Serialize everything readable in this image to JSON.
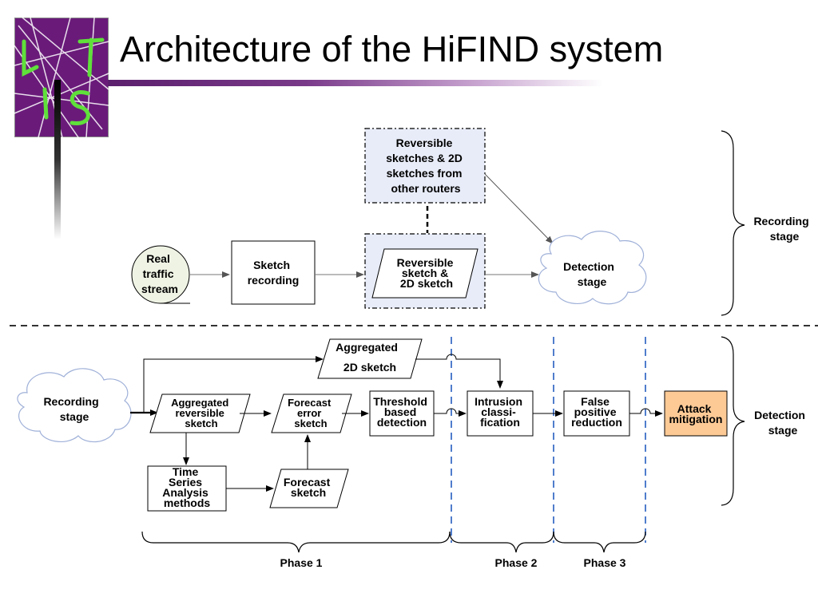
{
  "title": "Architecture of the HiFIND system",
  "logo": {
    "letters": "LIST"
  },
  "colors": {
    "accent_purple": "#5b1f6e",
    "box_fill": "#e8ecf8",
    "attack_fill": "#fdca96",
    "phase_divider": "#3d6fc7",
    "cloud_stroke": "#9fb0d8"
  },
  "recording": {
    "external": [
      "Reversible",
      "sketches & 2D",
      "sketches from",
      "other routers"
    ],
    "traffic": [
      "Real",
      "traffic",
      "stream"
    ],
    "sketch_recording": [
      "Sketch",
      "recording"
    ],
    "reversible_sketch": [
      "Reversible",
      "sketch &",
      "2D sketch"
    ],
    "detection_stage": [
      "Detection",
      "stage"
    ],
    "brace_label": [
      "Recording",
      "stage"
    ]
  },
  "detection": {
    "recording_stage": [
      "Recording",
      "stage"
    ],
    "aggregated_2d": [
      "Aggregated",
      "2D sketch"
    ],
    "aggregated_rev": [
      "Aggregated",
      "reversible",
      "sketch"
    ],
    "forecast_error": [
      "Forecast",
      "error",
      "sketch"
    ],
    "threshold": [
      "Threshold",
      "based",
      "detection"
    ],
    "time_series": [
      "Time",
      "Series",
      "Analysis",
      "methods"
    ],
    "forecast_sketch": [
      "Forecast",
      "sketch"
    ],
    "intrusion": [
      "Intrusion",
      "classi-",
      "fication"
    ],
    "false_positive": [
      "False",
      "positive",
      "reduction"
    ],
    "attack": [
      "Attack",
      "mitigation"
    ],
    "brace_label": [
      "Detection",
      "stage"
    ]
  },
  "phases": [
    "Phase 1",
    "Phase 2",
    "Phase 3"
  ]
}
